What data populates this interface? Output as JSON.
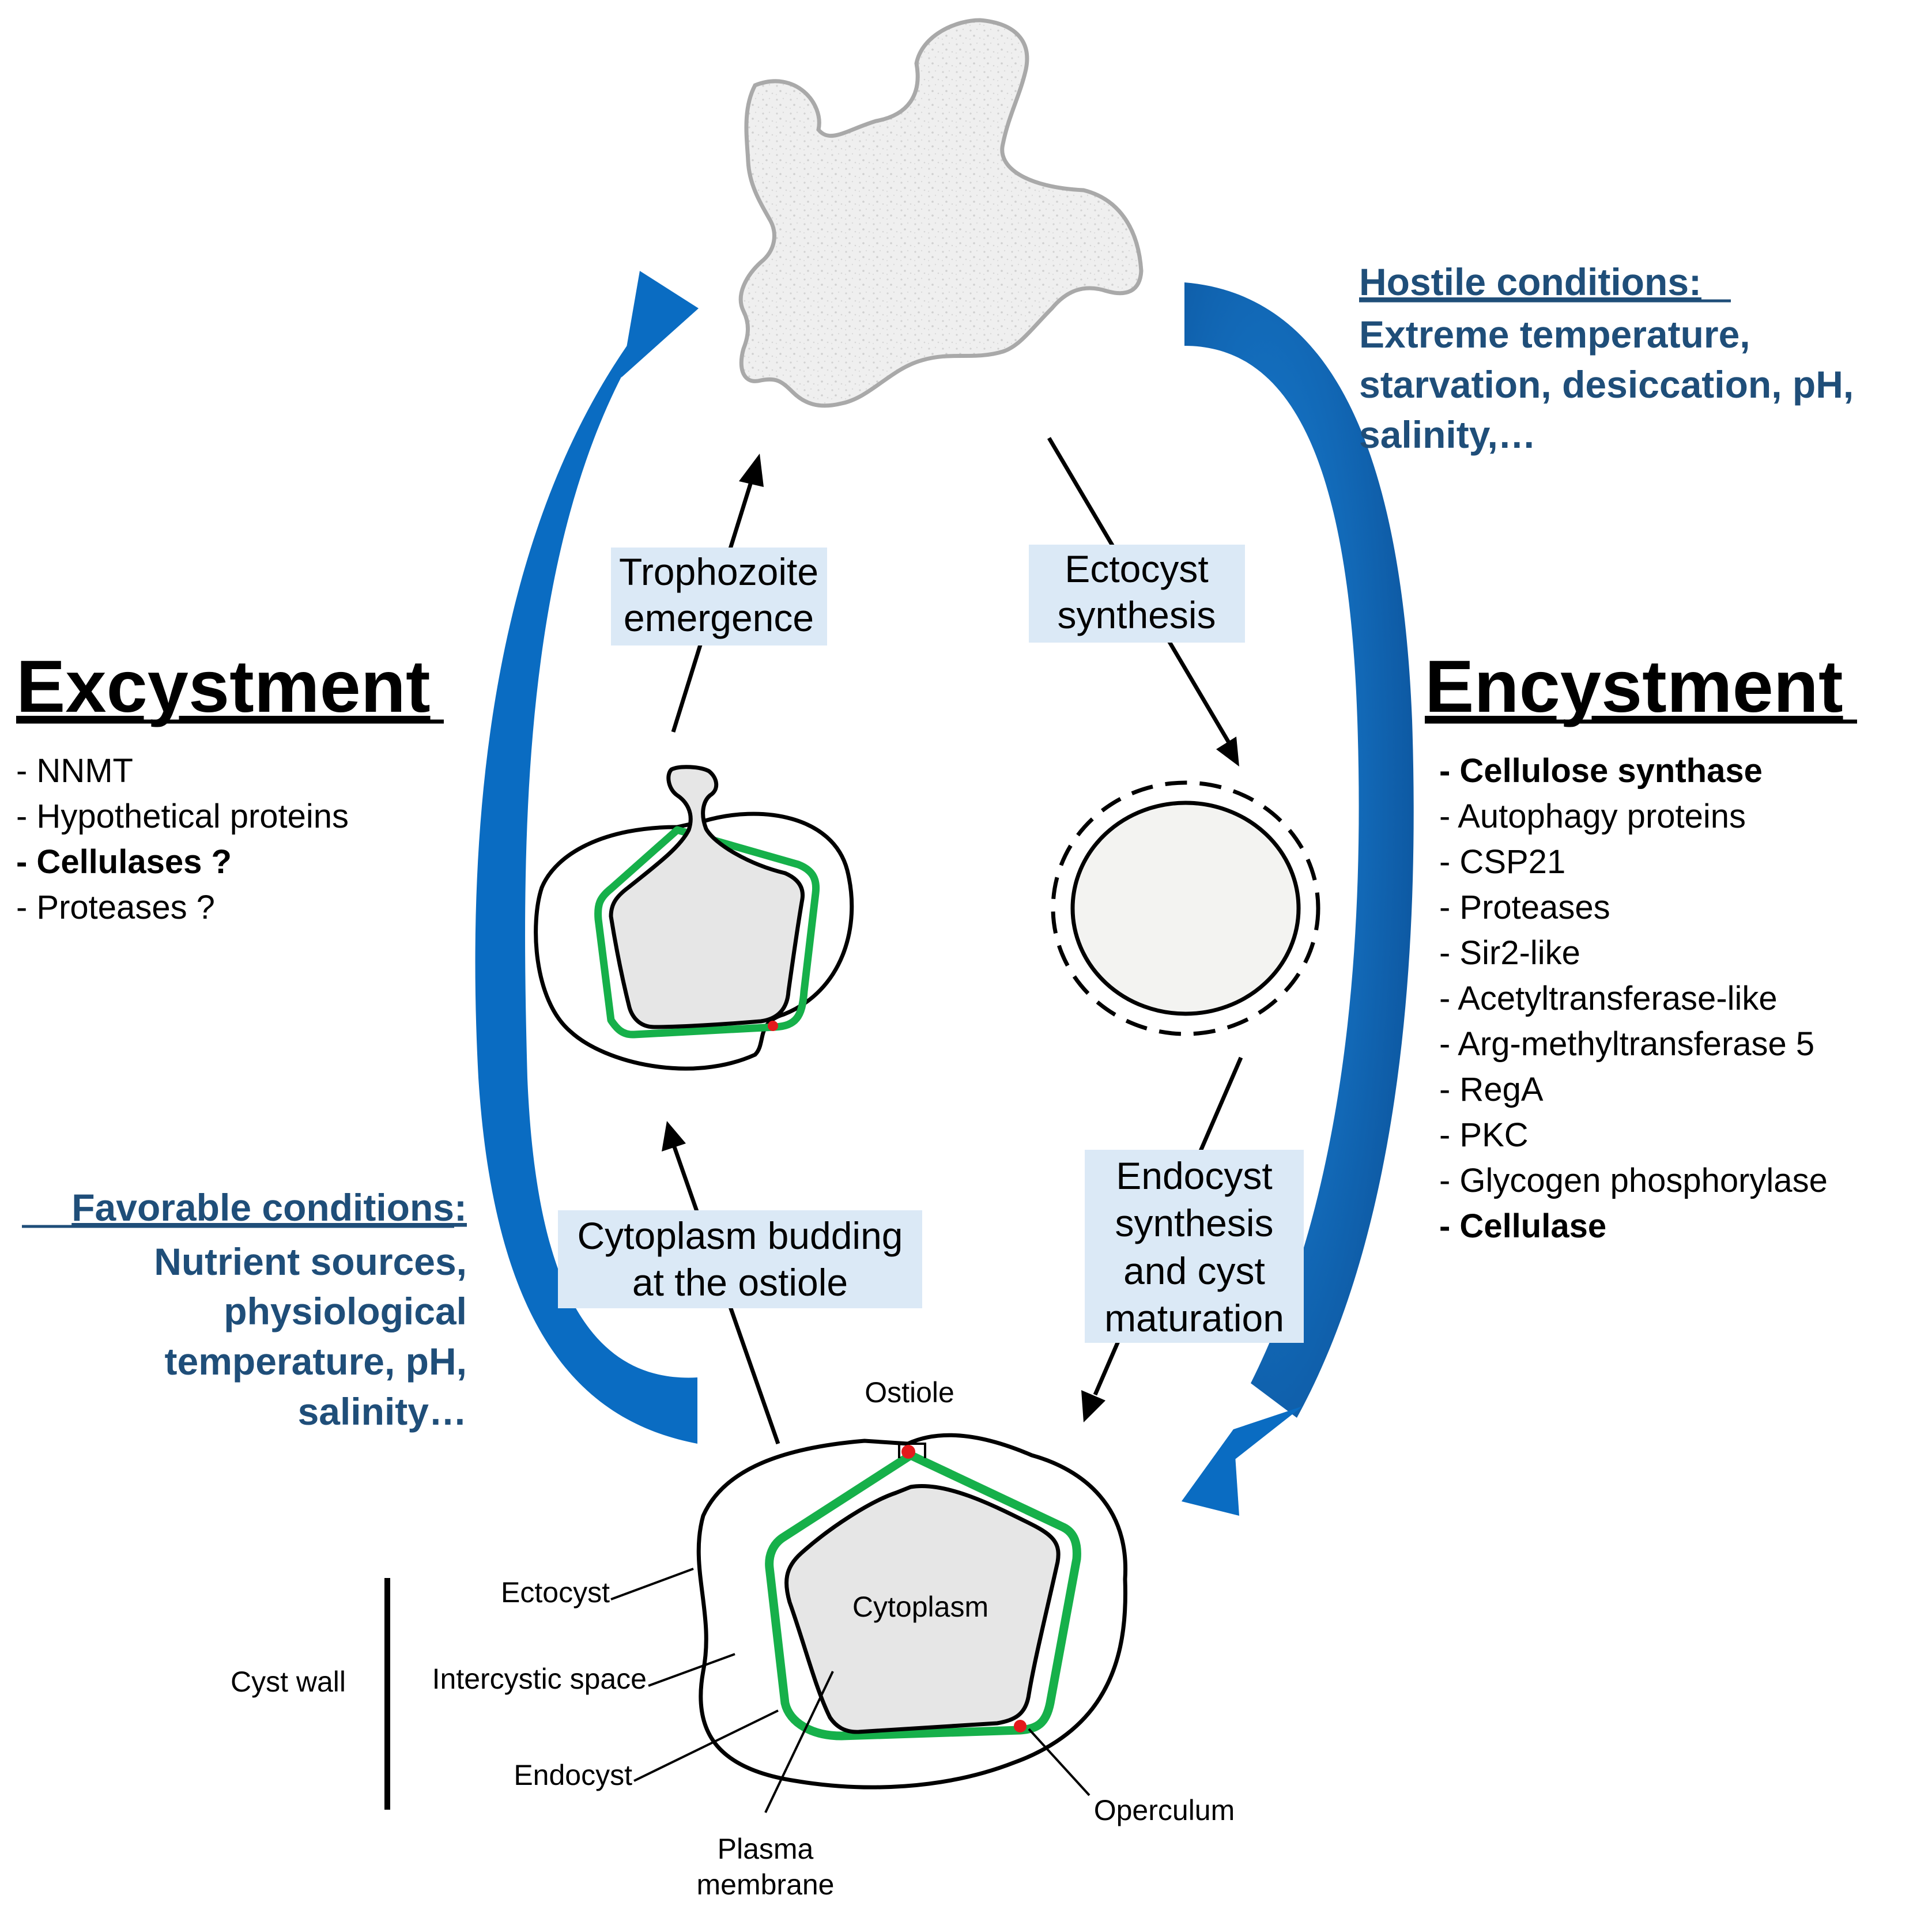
{
  "excystment": {
    "title": "Excystment",
    "items": [
      {
        "text": "- NNMT",
        "bold": false
      },
      {
        "text": "- Hypothetical proteins",
        "bold": false
      },
      {
        "text": "- Cellulases ?",
        "bold": true
      },
      {
        "text": "- Proteases ?",
        "bold": false
      }
    ]
  },
  "encystment": {
    "title": "Encystment",
    "items": [
      {
        "text": "- Cellulose synthase",
        "bold": true
      },
      {
        "text": "- Autophagy proteins",
        "bold": false
      },
      {
        "text": "- CSP21",
        "bold": false
      },
      {
        "text": "- Proteases",
        "bold": false
      },
      {
        "text": "- Sir2-like",
        "bold": false
      },
      {
        "text": "- Acetyltransferase-like",
        "bold": false
      },
      {
        "text": "- Arg-methyltransferase 5",
        "bold": false
      },
      {
        "text": "- RegA",
        "bold": false
      },
      {
        "text": "- PKC",
        "bold": false
      },
      {
        "text": "- Glycogen phosphorylase",
        "bold": false
      },
      {
        "text": "- Cellulase",
        "bold": true
      }
    ]
  },
  "hostile": {
    "heading": "Hostile conditions",
    "colon": ":",
    "lines": [
      "Extreme temperature,",
      "starvation, desiccation, pH,",
      "salinity,…"
    ]
  },
  "favorable": {
    "heading": "Favorable conditions",
    "colon": ":",
    "lines": [
      "Nutrient sources,",
      "physiological",
      "temperature, pH,",
      "salinity…"
    ]
  },
  "steps": {
    "trophozoite_emergence": [
      "Trophozoite",
      "emergence"
    ],
    "ectocyst_synthesis": [
      "Ectocyst",
      "synthesis"
    ],
    "cytoplasm_budding": [
      "Cytoplasm budding",
      "at the ostiole"
    ],
    "endocyst_synthesis": [
      "Endocyst",
      "synthesis",
      "and cyst",
      "maturation"
    ]
  },
  "cyst_labels": {
    "ostiole": "Ostiole",
    "cytoplasm": "Cytoplasm",
    "ectocyst": "Ectocyst",
    "intercystic_space": "Intercystic space",
    "endocyst": "Endocyst",
    "plasma_membrane": [
      "Plasma",
      "membrane"
    ],
    "operculum": "Operculum",
    "cyst_wall": "Cyst wall"
  },
  "colors": {
    "blue_arrow": "#0a6cc2",
    "blue_arrow_dark": "#0b4f96",
    "label_box": "#dbe9f6",
    "condition_text": "#1f4e79",
    "endocyst_green": "#16b04a",
    "operculum_red": "#e3191c",
    "trophozoite_fill": "#efefef",
    "trophozoite_edge": "#a9a9a9",
    "cytoplasm_fill": "#e6e6e6"
  }
}
